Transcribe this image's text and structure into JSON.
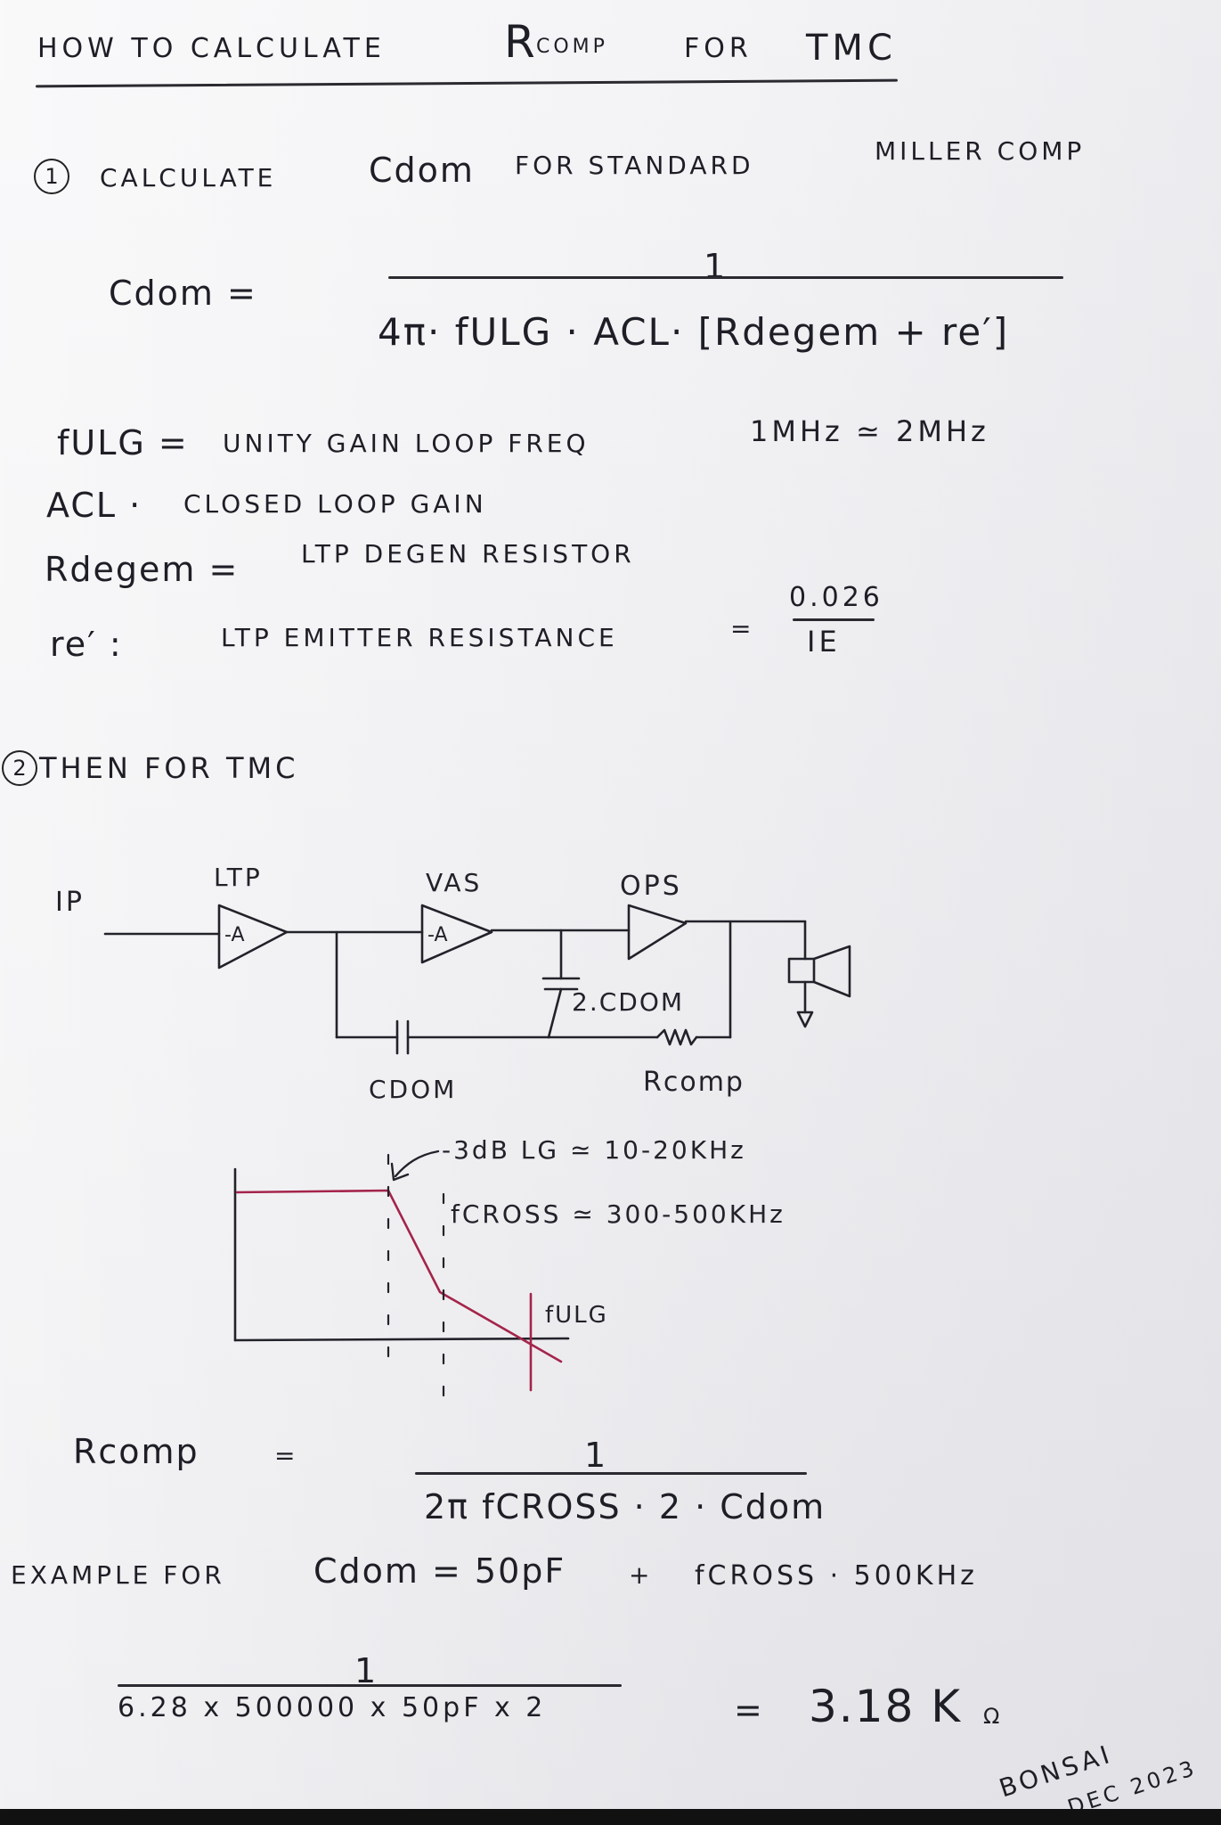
{
  "colors": {
    "ink": "#1e1e26",
    "red_ink": "#a4244a",
    "paper": "#efeff2"
  },
  "title": {
    "part1": "HOW TO CALCULATE",
    "r": "R",
    "sub": "COMP",
    "part2": "FOR",
    "part3": "TMC"
  },
  "step1": {
    "number": "1",
    "prefix": "CALCULATE",
    "cdom": "Cdom",
    "suffix": "FOR STANDARD",
    "suffix2": "MILLER COMP"
  },
  "formula1": {
    "lhs": "Cdom =",
    "numerator": "1",
    "denominator": "4π· fULG · ACL· [Rdegem + re′]"
  },
  "definitions": [
    {
      "term": "fULG =",
      "desc": "UNITY GAIN LOOP FREQ",
      "note": "1MHz ≃ 2MHz"
    },
    {
      "term": "ACL ·",
      "desc": "CLOSED LOOP GAIN",
      "note": ""
    },
    {
      "term": "Rdegem =",
      "desc": "LTP DEGEN RESISTOR",
      "note": ""
    },
    {
      "term": "re′ :",
      "desc": "LTP EMITTER RESISTANCE",
      "note": "="
    }
  ],
  "re_fraction": {
    "numerator": "0.026",
    "denominator": "IE"
  },
  "step2": {
    "number": "2",
    "label": "THEN FOR TMC"
  },
  "circuit": {
    "ip": "IP",
    "ltp": "LTP",
    "vas": "VAS",
    "ops": "OPS",
    "amp_label": "-A",
    "cap_label": "2.CDOM",
    "cdom_label": "CDOM",
    "rcomp_label": "Rcomp"
  },
  "bode": {
    "corner_label": "-3dB  LG  ≃ 10-20KHz",
    "fcross_label": "fCROSS  ≃ 300-500KHz",
    "fulg_label": "fULG"
  },
  "formula2": {
    "lhs": "Rcomp",
    "eq": "=",
    "numerator": "1",
    "denominator": "2π fCROSS · 2 · Cdom"
  },
  "example": {
    "text1": "EXAMPLE FOR",
    "cdom": "Cdom = 50pF",
    "amp": "+",
    "fcross": "fCROSS · 500KHz"
  },
  "calc": {
    "numerator": "1",
    "denominator": "6.28 x 500000 x 50pF x 2",
    "eq": "=",
    "result": "3.18 K",
    "unit": "Ω"
  },
  "signature": {
    "name": "BONSAI",
    "date": "DEC 2023"
  }
}
